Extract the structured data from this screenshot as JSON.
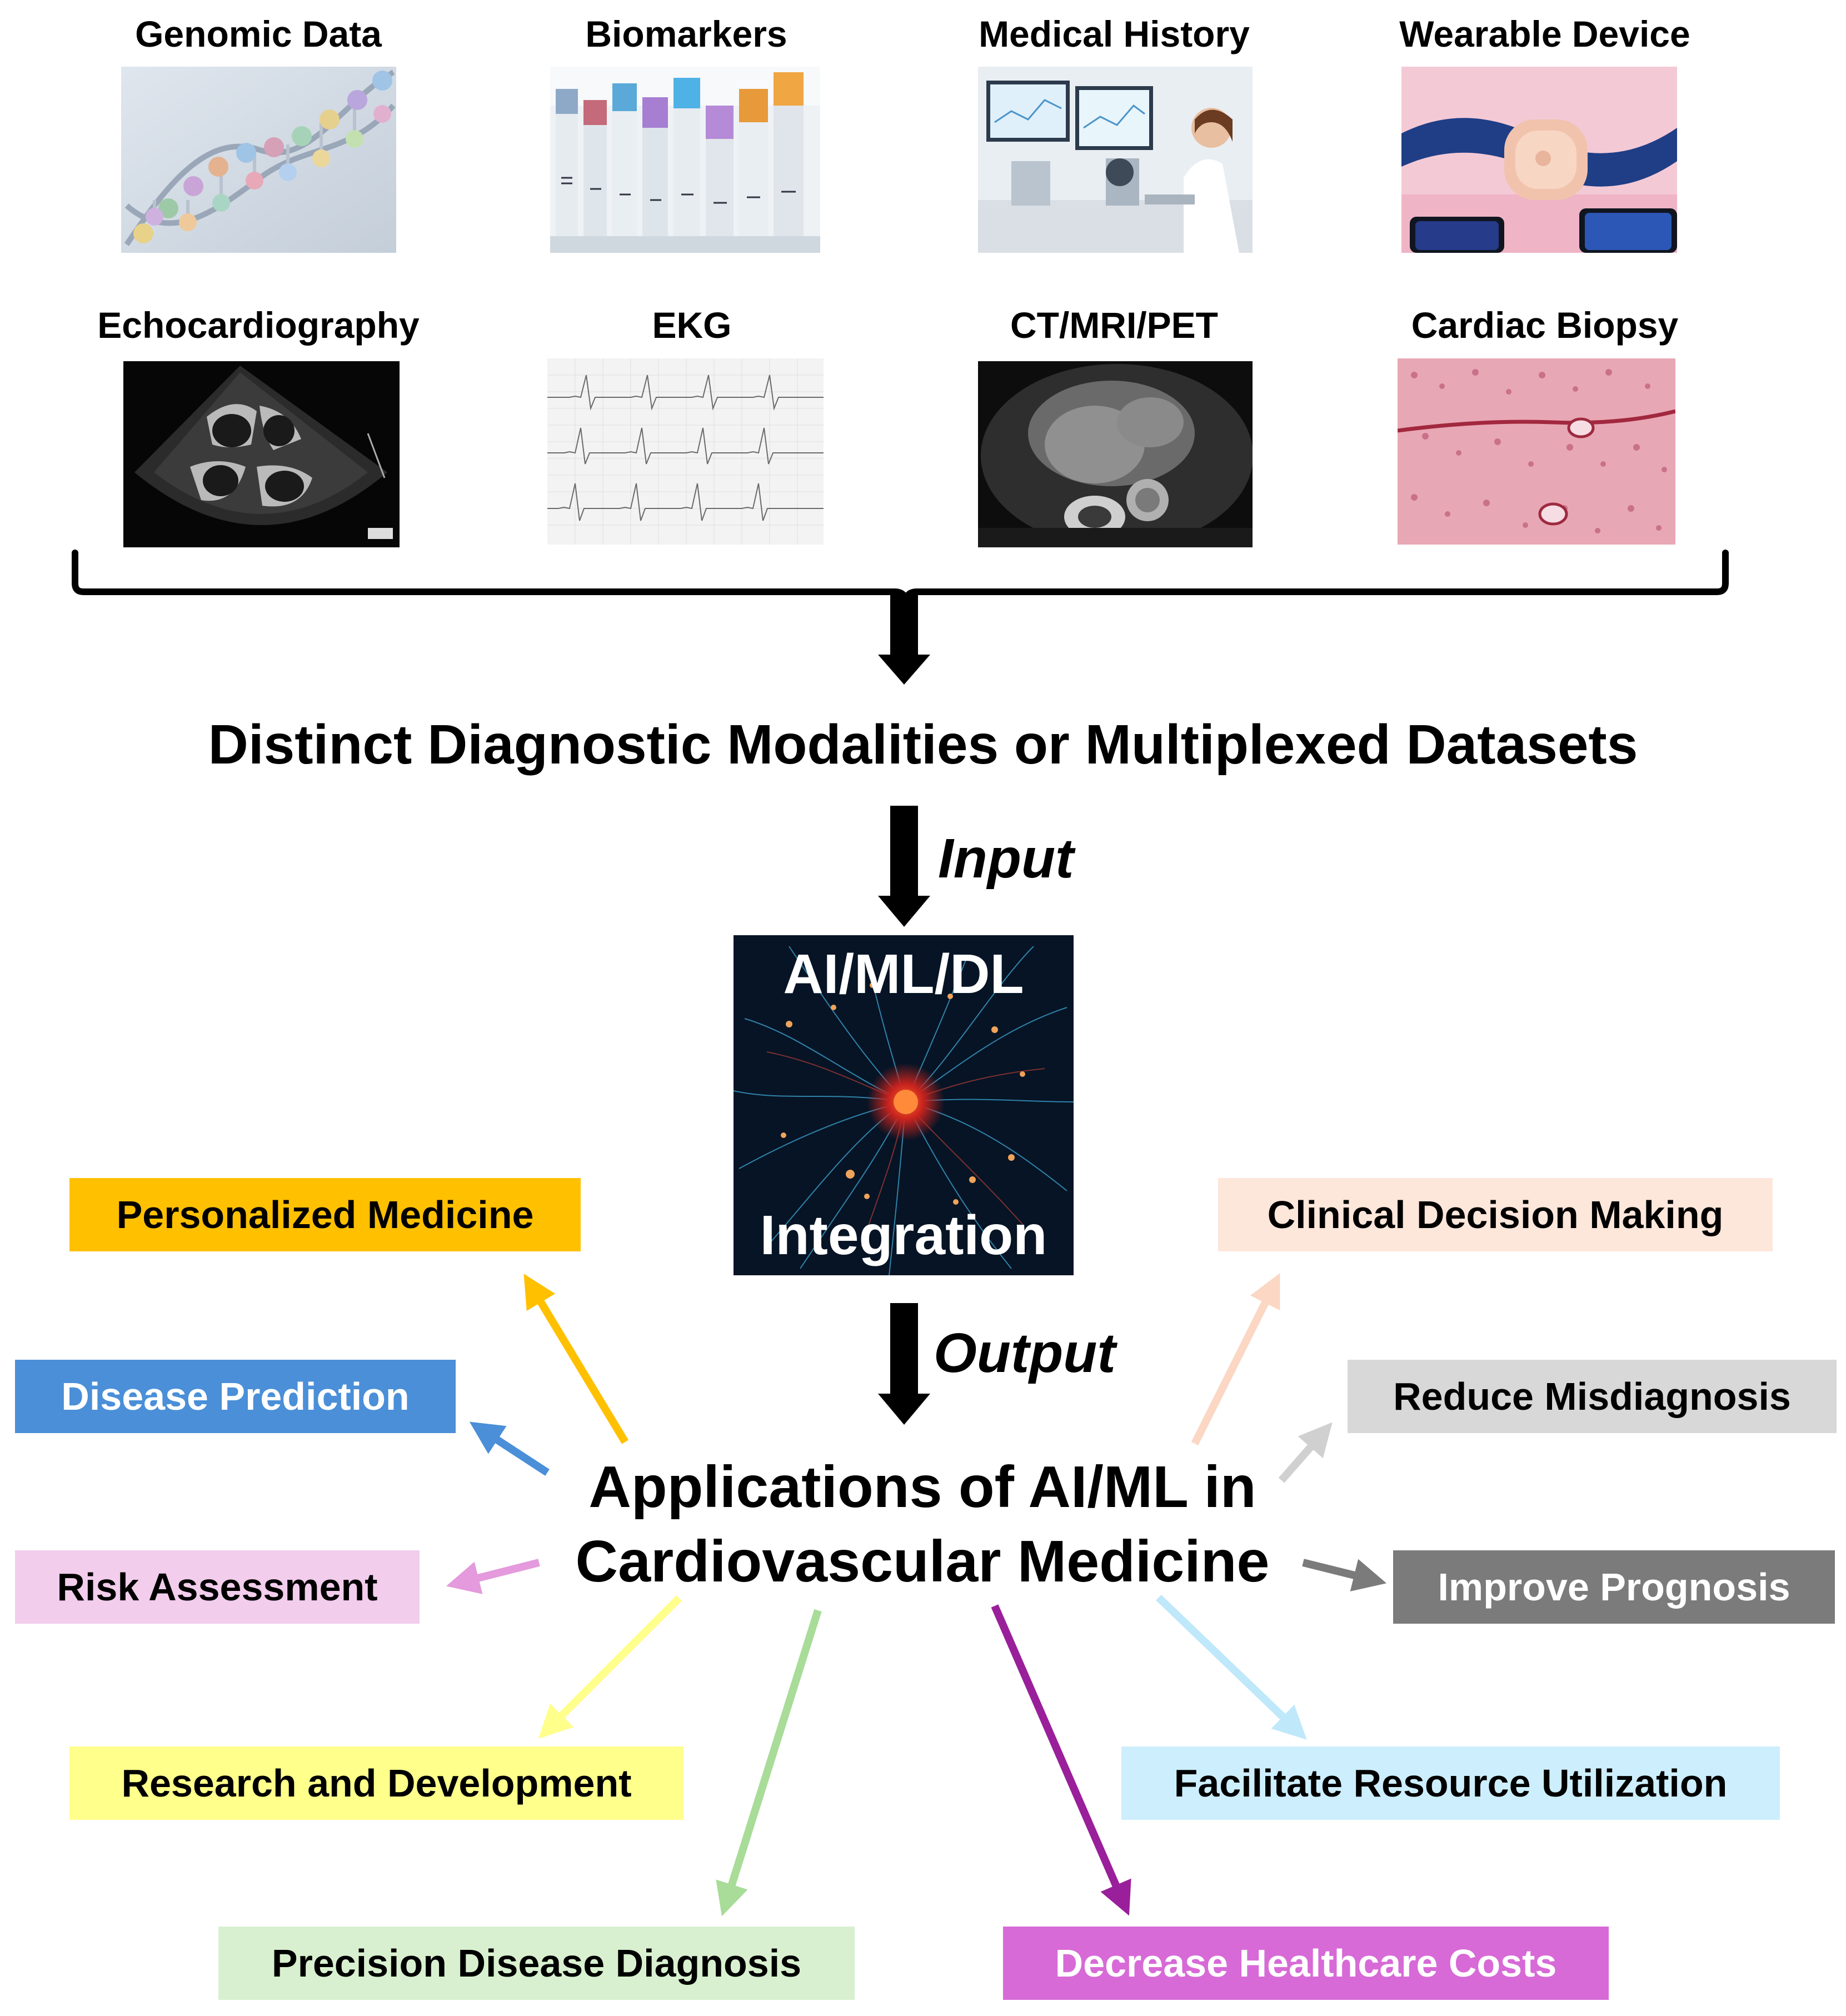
{
  "modalities": [
    {
      "id": "genomic",
      "label": "Genomic Data",
      "icon": "dna-helix-icon"
    },
    {
      "id": "biomarkers",
      "label": "Biomarkers",
      "icon": "test-tubes-icon"
    },
    {
      "id": "history",
      "label": "Medical History",
      "icon": "clinician-workstation-icon"
    },
    {
      "id": "wearable",
      "label": "Wearable Device",
      "icon": "wearable-band-icon"
    },
    {
      "id": "echo",
      "label": "Echocardiography",
      "icon": "ultrasound-scan-icon"
    },
    {
      "id": "ekg",
      "label": "EKG",
      "icon": "ekg-trace-icon"
    },
    {
      "id": "ct",
      "label": "CT/MRI/PET",
      "icon": "ct-scan-icon"
    },
    {
      "id": "biopsy",
      "label": "Cardiac Biopsy",
      "icon": "histology-slide-icon"
    }
  ],
  "headline": "Distinct Diagnostic Modalities or Multiplexed Datasets",
  "input_label": "Input",
  "output_label": "Output",
  "ai_box": {
    "top_text": "AI/ML/DL",
    "bottom_text": "Integration",
    "icon": "neural-network-icon"
  },
  "center": {
    "line1": "Applications of AI/ML in",
    "line2": "Cardiovascular Medicine"
  },
  "applications": [
    {
      "id": "personalized",
      "label": "Personalized Medicine",
      "bg": "#ffc000",
      "fg": "#000000",
      "arrow": "#ffc000"
    },
    {
      "id": "disease-prediction",
      "label": "Disease Prediction",
      "bg": "#4a8fd8",
      "fg": "#ffffff",
      "arrow": "#4a8fd8"
    },
    {
      "id": "risk",
      "label": "Risk Assessment",
      "bg": "#f2cdec",
      "fg": "#000000",
      "arrow": "#e49adc"
    },
    {
      "id": "research",
      "label": "Research and Development",
      "bg": "#ffff8c",
      "fg": "#000000",
      "arrow": "#ffff8c"
    },
    {
      "id": "precision",
      "label": "Precision Disease Diagnosis",
      "bg": "#d8f0cf",
      "fg": "#000000",
      "arrow": "#a8dc98"
    },
    {
      "id": "costs",
      "label": "Decrease Healthcare Costs",
      "bg": "#d76ad7",
      "fg": "#ffffff",
      "arrow": "#9a1f9a"
    },
    {
      "id": "resource",
      "label": "Facilitate Resource Utilization",
      "bg": "#cdeefc",
      "fg": "#000000",
      "arrow": "#bfe8fa"
    },
    {
      "id": "prognosis",
      "label": "Improve Prognosis",
      "bg": "#7b7b7b",
      "fg": "#ffffff",
      "arrow": "#7b7b7b"
    },
    {
      "id": "misdiagnosis",
      "label": "Reduce Misdiagnosis",
      "bg": "#d8d8d8",
      "fg": "#000000",
      "arrow": "#d0d0d0"
    },
    {
      "id": "clinical",
      "label": "Clinical Decision Making",
      "bg": "#fde6da",
      "fg": "#000000",
      "arrow": "#fbd7c4"
    }
  ]
}
